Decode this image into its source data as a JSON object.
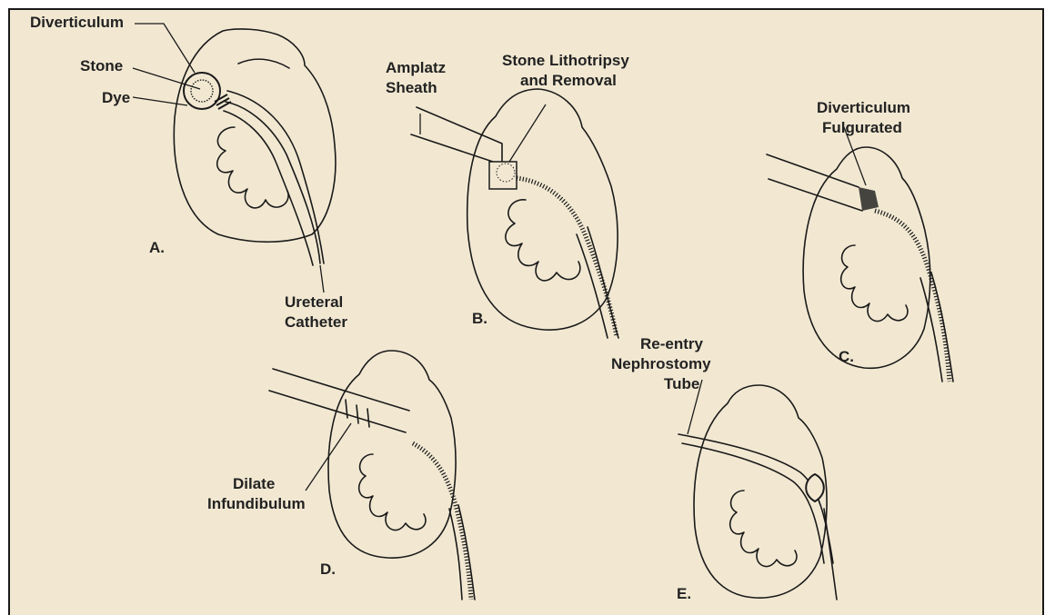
{
  "colors": {
    "background": "#f2e8d2",
    "ink": "#1a1a1a",
    "frame": "#1a1a1a"
  },
  "panels": [
    {
      "id": "A",
      "letter": "A.",
      "labels": [
        "Diverticulum",
        "Stone",
        "Dye"
      ],
      "bottom_label": [
        "Ureteral",
        "Catheter"
      ]
    },
    {
      "id": "B",
      "letter": "B.",
      "labels": [
        "Amplatz",
        "Sheath",
        "Stone Lithotripsy",
        "and Removal"
      ]
    },
    {
      "id": "C",
      "letter": "C.",
      "labels": [
        "Diverticulum",
        "Fulgurated"
      ]
    },
    {
      "id": "D",
      "letter": "D.",
      "labels": [
        "Dilate",
        "Infundibulum"
      ]
    },
    {
      "id": "E",
      "letter": "E.",
      "labels": [
        "Re-entry",
        "Nephrostomy",
        "Tube"
      ]
    }
  ]
}
